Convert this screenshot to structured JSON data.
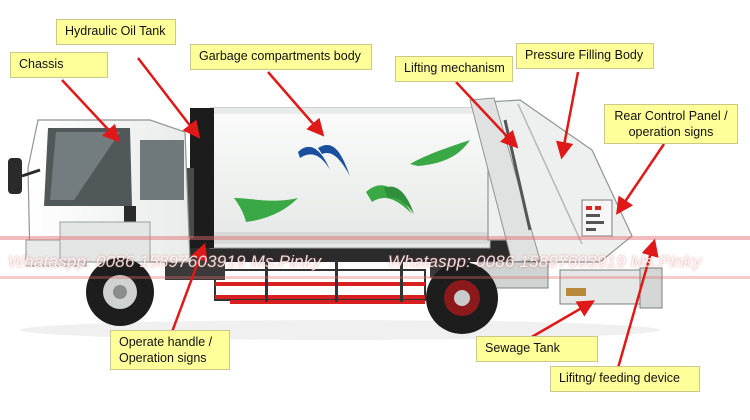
{
  "labels": {
    "chassis": "Chassis",
    "hydraulic_oil_tank": "Hydraulic Oil Tank",
    "garbage_body": "Garbage compartments body",
    "lifting_mechanism": "Lifting mechanism",
    "pressure_filling_body": "Pressure Filling Body",
    "rear_control_line1": "Rear Control Panel /",
    "rear_control_line2": "operation signs",
    "operate_handle_line1": "Operate handle /",
    "operate_handle_line2": "Operation signs",
    "sewage_tank": "Sewage Tank",
    "lifting_feeding_device": "Lifitng/ feeding device"
  },
  "watermark": {
    "left": "Whataspp: 0086 15897603919 Ms.Pinky",
    "right": "Whataspp: 0086 15897603919 Ms.Pinky"
  },
  "colors": {
    "label_bg": "#ffff99",
    "arrow": "#e01818",
    "truck_body": "#f2f4f3",
    "chassis_frame": "#2a2a2a",
    "logo_green": "#3aa845",
    "logo_blue": "#1a4fa0"
  }
}
